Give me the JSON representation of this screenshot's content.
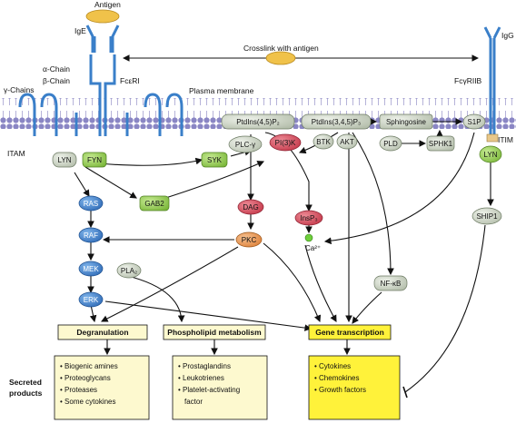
{
  "labels": {
    "antigen": "Antigen",
    "crosslink": "Crosslink with antigen",
    "ige": "IgE",
    "igg": "IgG",
    "alpha_chain": "α-Chain",
    "beta_chain": "β-Chain",
    "gamma_chains": "γ-Chains",
    "fceri": "FcεRI",
    "fcgriib": "FcγRIIB",
    "plasma_membrane": "Plasma membrane",
    "itam": "ITAM",
    "itim": "ITIM",
    "secreted_products": [
      "Secreted",
      "products"
    ]
  },
  "nodes": {
    "lyn": "LYN",
    "fyn": "FYN",
    "syk": "SYK",
    "plc": "PLC-γ",
    "pip2": "PtdIns(4,5)P₂",
    "pi3k": "PI(3)K",
    "pip3": "PtdIns(3,4,5)P₃",
    "btk": "BTK",
    "akt": "AKT",
    "sphingosine": "Sphingosine",
    "s1p": "S1P",
    "pld": "PLD",
    "sphk1": "SPHK1",
    "lyn2": "LYN",
    "ship1": "SHIP1",
    "gab2": "GAB2",
    "dag": "DAG",
    "insp3": "InsP₃",
    "pkc": "PKC",
    "ca": "Ca²⁺",
    "ras": "RAS",
    "raf": "RAF",
    "mek": "MEK",
    "erk": "ERK",
    "pla2": "PLA₂",
    "nfkb": "NF-κB"
  },
  "outputs": [
    {
      "title": "Degranulation",
      "items": [
        "Biogenic amines",
        "Proteoglycans",
        "Proteases",
        "Some cytokines"
      ]
    },
    {
      "title": "Phospholipid metabolism",
      "items": [
        "Prostaglandins",
        "Leukotrienes",
        "Platelet-activating",
        "factor"
      ]
    },
    {
      "title": "Gene transcription",
      "items": [
        "Cytokines",
        "Chemokines",
        "Growth factors"
      ]
    }
  ],
  "colors": {
    "membrane": "#8a86c4",
    "blue_node": "#3a7fc9",
    "green_node": "#8fcb4b",
    "grey_node": "#c7cfc0",
    "red_node": "#d2485a",
    "orange_node": "#e89a55",
    "yellow_box": "#fff23a",
    "cream_box": "#fdf9cf",
    "antigen": "#f0c24a"
  }
}
